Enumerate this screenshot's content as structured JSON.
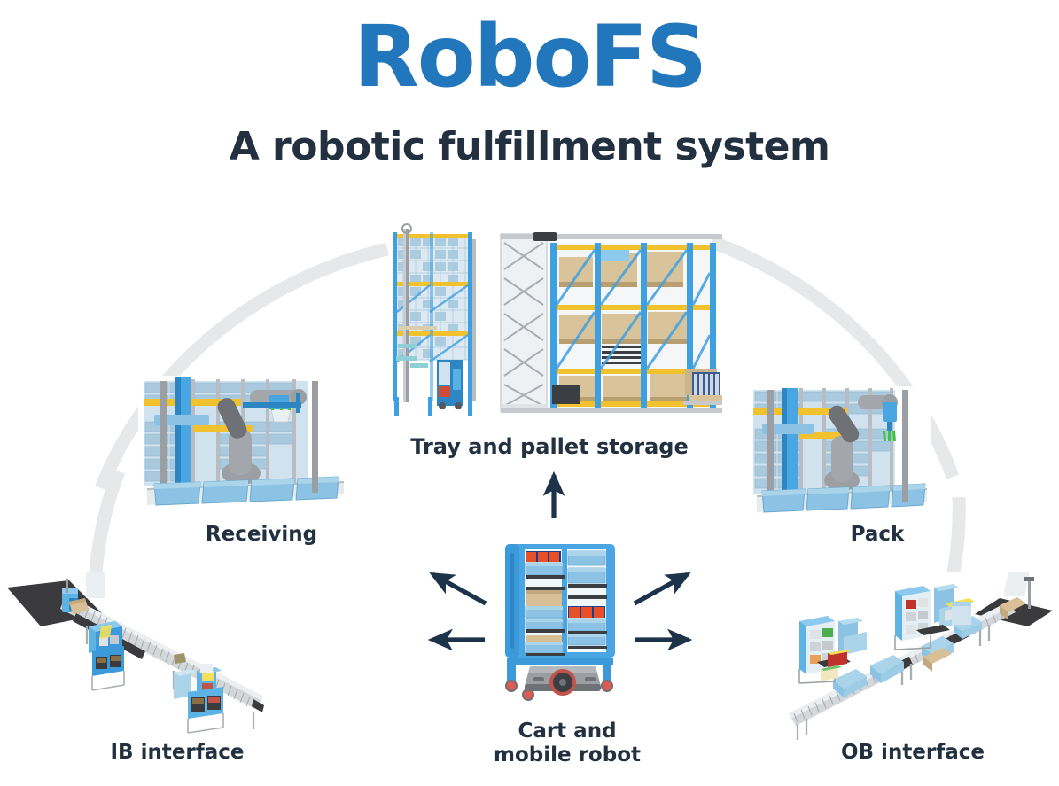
{
  "header": {
    "logo": "RoboFS",
    "logo_color": "#2176bc",
    "subtitle": "A robotic fulfillment system",
    "subtitle_color": "#22303f"
  },
  "theme": {
    "background": "#ffffff",
    "arc_color": "#e7e8e9",
    "arrow_color": "#1d3349",
    "machine_blue": "#4aa8e0",
    "machine_blue_dark": "#2d86c4",
    "machine_gray": "#9b9ea2",
    "tray_blue": "#a9d4ea",
    "pallet_tan": "#d8c39a",
    "accent_yellow": "#f2c12e",
    "conveyor_gray": "#c9cdd1",
    "dark_panel": "#3b3b3d"
  },
  "diagram": {
    "type": "cycle-flow",
    "center_node": {
      "id": "cart-and-mobile-robot",
      "label": "Cart and\nmobile robot"
    },
    "nodes": [
      {
        "id": "tray-and-pallet-storage",
        "label": "Tray and pallet storage",
        "position": "top-center"
      },
      {
        "id": "receiving",
        "label": "Receiving",
        "position": "left-upper"
      },
      {
        "id": "pack",
        "label": "Pack",
        "position": "right-upper"
      },
      {
        "id": "ib-interface",
        "label": "IB interface",
        "position": "bottom-left"
      },
      {
        "id": "ob-interface",
        "label": "OB interface",
        "position": "bottom-right"
      }
    ],
    "arrows": [
      {
        "from": "cart-and-mobile-robot",
        "to": "tray-and-pallet-storage",
        "direction": "up"
      },
      {
        "from": "cart-and-mobile-robot",
        "to": "receiving",
        "direction": "up-left"
      },
      {
        "from": "cart-and-mobile-robot",
        "to": "pack",
        "direction": "up-right"
      },
      {
        "from": "cart-and-mobile-robot",
        "to": "ib-interface",
        "direction": "left"
      },
      {
        "from": "cart-and-mobile-robot",
        "to": "ob-interface",
        "direction": "right"
      }
    ],
    "arcs": [
      {
        "id": "arc-left-top",
        "between": [
          "receiving",
          "tray-and-pallet-storage"
        ]
      },
      {
        "id": "arc-left-bottom",
        "between": [
          "ib-interface",
          "receiving"
        ]
      },
      {
        "id": "arc-right-top",
        "between": [
          "tray-and-pallet-storage",
          "pack"
        ]
      },
      {
        "id": "arc-right-bottom",
        "between": [
          "pack",
          "ob-interface"
        ]
      }
    ]
  },
  "images": {
    "storage": {
      "alt": "tray-and-pallet-storage-render"
    },
    "receiving": {
      "alt": "receiving-robot-arm-render"
    },
    "pack": {
      "alt": "pack-robot-arm-render"
    },
    "ib": {
      "alt": "inbound-conveyor-interface-render"
    },
    "ob": {
      "alt": "outbound-conveyor-interface-render"
    },
    "cart": {
      "alt": "mobile-robot-cart-render"
    }
  }
}
